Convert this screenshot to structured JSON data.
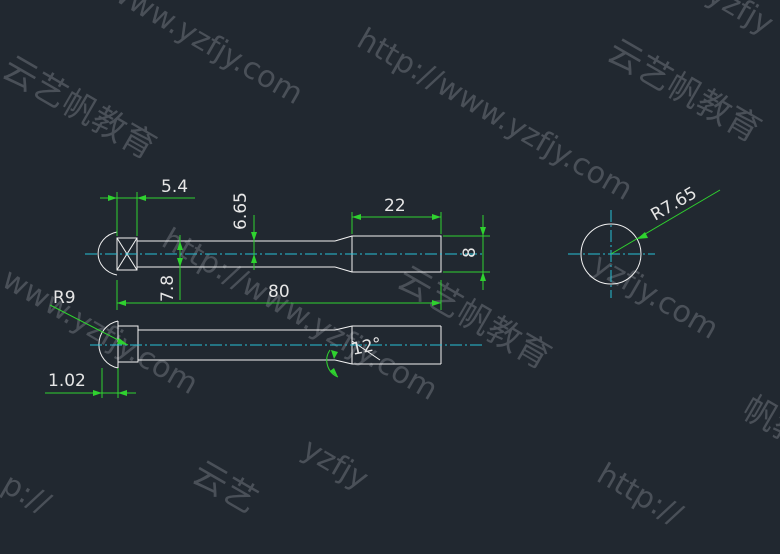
{
  "dimensions": {
    "head_width": "5.4",
    "head_radius_offset": "6.65",
    "tip_length": "22",
    "total_length": "80",
    "head_sphere_radius": "R9",
    "neck_diameter": "7.8",
    "tip_diameter": "8",
    "shoulder_offset": "1.02",
    "chamfer_angle": "12°",
    "end_view_radius": "R7.65"
  },
  "watermarks": {
    "url": "http://www.yzfjy.com",
    "brand": "云艺帆教育",
    "domain": "www.yzfjy.com",
    "domain_short": "yzfjy.com",
    "url_short": "http://",
    "jy_com": "jy.com",
    "p_fragment": "p://",
    "yzfjy_fragment": "yzfjy",
    "brand_fragment": "云艺帆",
    "brand_fragment_2": "帆教育",
    "brand_fragment_3": "云艺"
  },
  "colors": {
    "background": "#212830",
    "part_line": "#f2f2f2",
    "dimension": "#2fd22f",
    "centerline": "#27c0d6",
    "watermark": "#4a5058"
  }
}
